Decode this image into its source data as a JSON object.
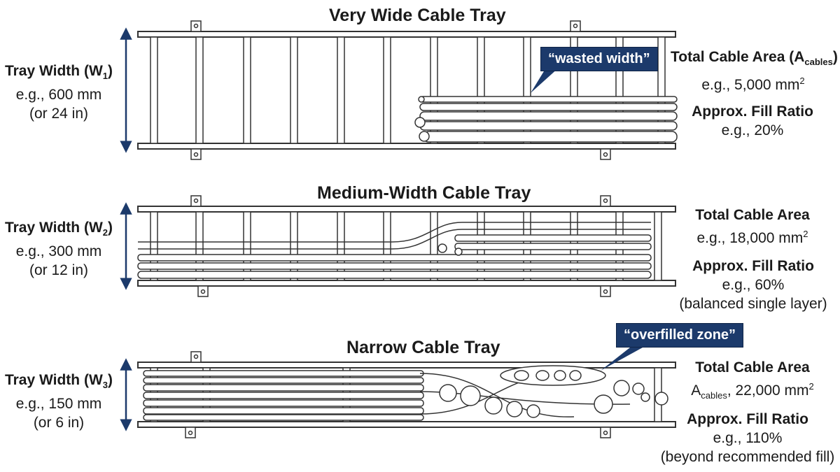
{
  "colors": {
    "arrow": "#1c3a6b",
    "callout_bg": "#1c3a6b",
    "line": "#333333"
  },
  "trays": [
    {
      "title": "Very Wide Cable Tray",
      "width_label": {
        "prefix": "Tray Width (W",
        "sub": "1",
        "suffix": ")",
        "value": "e.g., 600 mm",
        "alt": "(or 24 in)"
      },
      "area": {
        "label": "Total Cable Area (A",
        "sub": "cables",
        "suffix": ")",
        "value": "e.g., 5,000 mm",
        "sup": "2"
      },
      "fill": {
        "label": "Approx. Fill Ratio",
        "value": "e.g., 20%",
        "note": ""
      },
      "callout": "“wasted width”"
    },
    {
      "title": "Medium-Width Cable Tray",
      "width_label": {
        "prefix": "Tray Width (W",
        "sub": "2",
        "suffix": ")",
        "value": "e.g., 300 mm",
        "alt": "(or 12 in)"
      },
      "area": {
        "label": "Total Cable Area",
        "value": "e.g., 18,000 mm",
        "sup": "2"
      },
      "fill": {
        "label": "Approx. Fill Ratio",
        "value": "e.g., 60%",
        "note": "(balanced single layer)"
      },
      "callout": ""
    },
    {
      "title": "Narrow Cable Tray",
      "width_label": {
        "prefix": "Tray Width (W",
        "sub": "3",
        "suffix": ")",
        "value": "e.g., 150 mm",
        "alt": "(or 6 in)"
      },
      "area": {
        "label": "Total Cable Area",
        "value_prefix": "A",
        "value_sub": "cables",
        "value": ", 22,000 mm",
        "sup": "2"
      },
      "fill": {
        "label": "Approx. Fill Ratio",
        "value": "e.g., 110%",
        "note": "(beyond recommended fill)"
      },
      "callout": "“overfilled zone”"
    }
  ]
}
